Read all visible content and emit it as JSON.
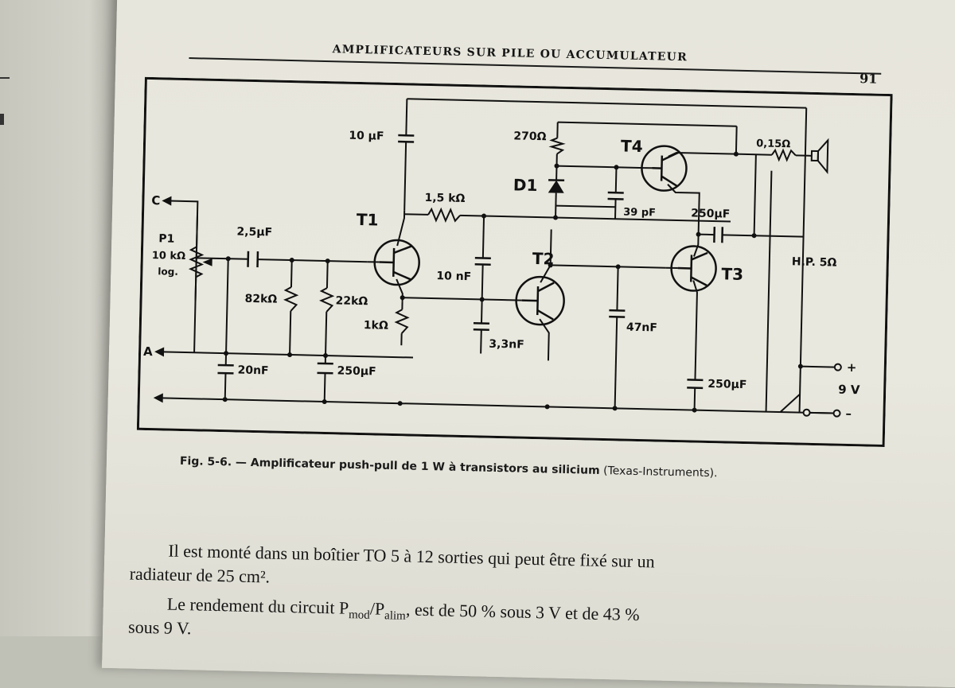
{
  "header": {
    "running_head": "AMPLIFICATEURS SUR PILE OU ACCUMULATEUR",
    "page_number": "91"
  },
  "schematic": {
    "labels": {
      "terminal_c": "C",
      "terminal_a": "A",
      "pot_name": "P1",
      "pot_value": "10 kΩ",
      "pot_taper": "log.",
      "c_input": "2,5µF",
      "r_82k": "82kΩ",
      "r_22k": "22kΩ",
      "c_20n": "20nF",
      "c_250_left": "250µF",
      "r_1k": "1kΩ",
      "c_10u": "10 µF",
      "r_1k5": "1,5 kΩ",
      "c_10n": "10 nF",
      "c_3n3": "3,3nF",
      "t1": "T1",
      "t2": "T2",
      "t3": "T3",
      "t4": "T4",
      "d1": "D1",
      "r_270": "270Ω",
      "c_39p": "39 pF",
      "c_250_out": "250µF",
      "r_015": "0,15Ω",
      "speaker": "H.P. 5Ω",
      "c_47n": "47nF",
      "c_250_bottom": "250µF",
      "plus": "+",
      "supply": "9 V",
      "minus": "–"
    }
  },
  "caption": {
    "fig": "Fig. 5-6. — Amplificateur push-pull de 1 W à transistors au silicium",
    "source": " (Texas-Instruments)."
  },
  "body_text": {
    "p1_line1": "Il est monté dans un boîtier TO 5 à 12 sorties qui peut être fixé sur un",
    "p1_line2": "radiateur de 25 cm².",
    "p2_a": "Le rendement du circuit P",
    "p2_sub1": "mod",
    "p2_b": "/P",
    "p2_sub2": "alim",
    "p2_c": ", est de 50 % sous 3 V et de 43 %",
    "p2_line2": "sous 9 V."
  }
}
